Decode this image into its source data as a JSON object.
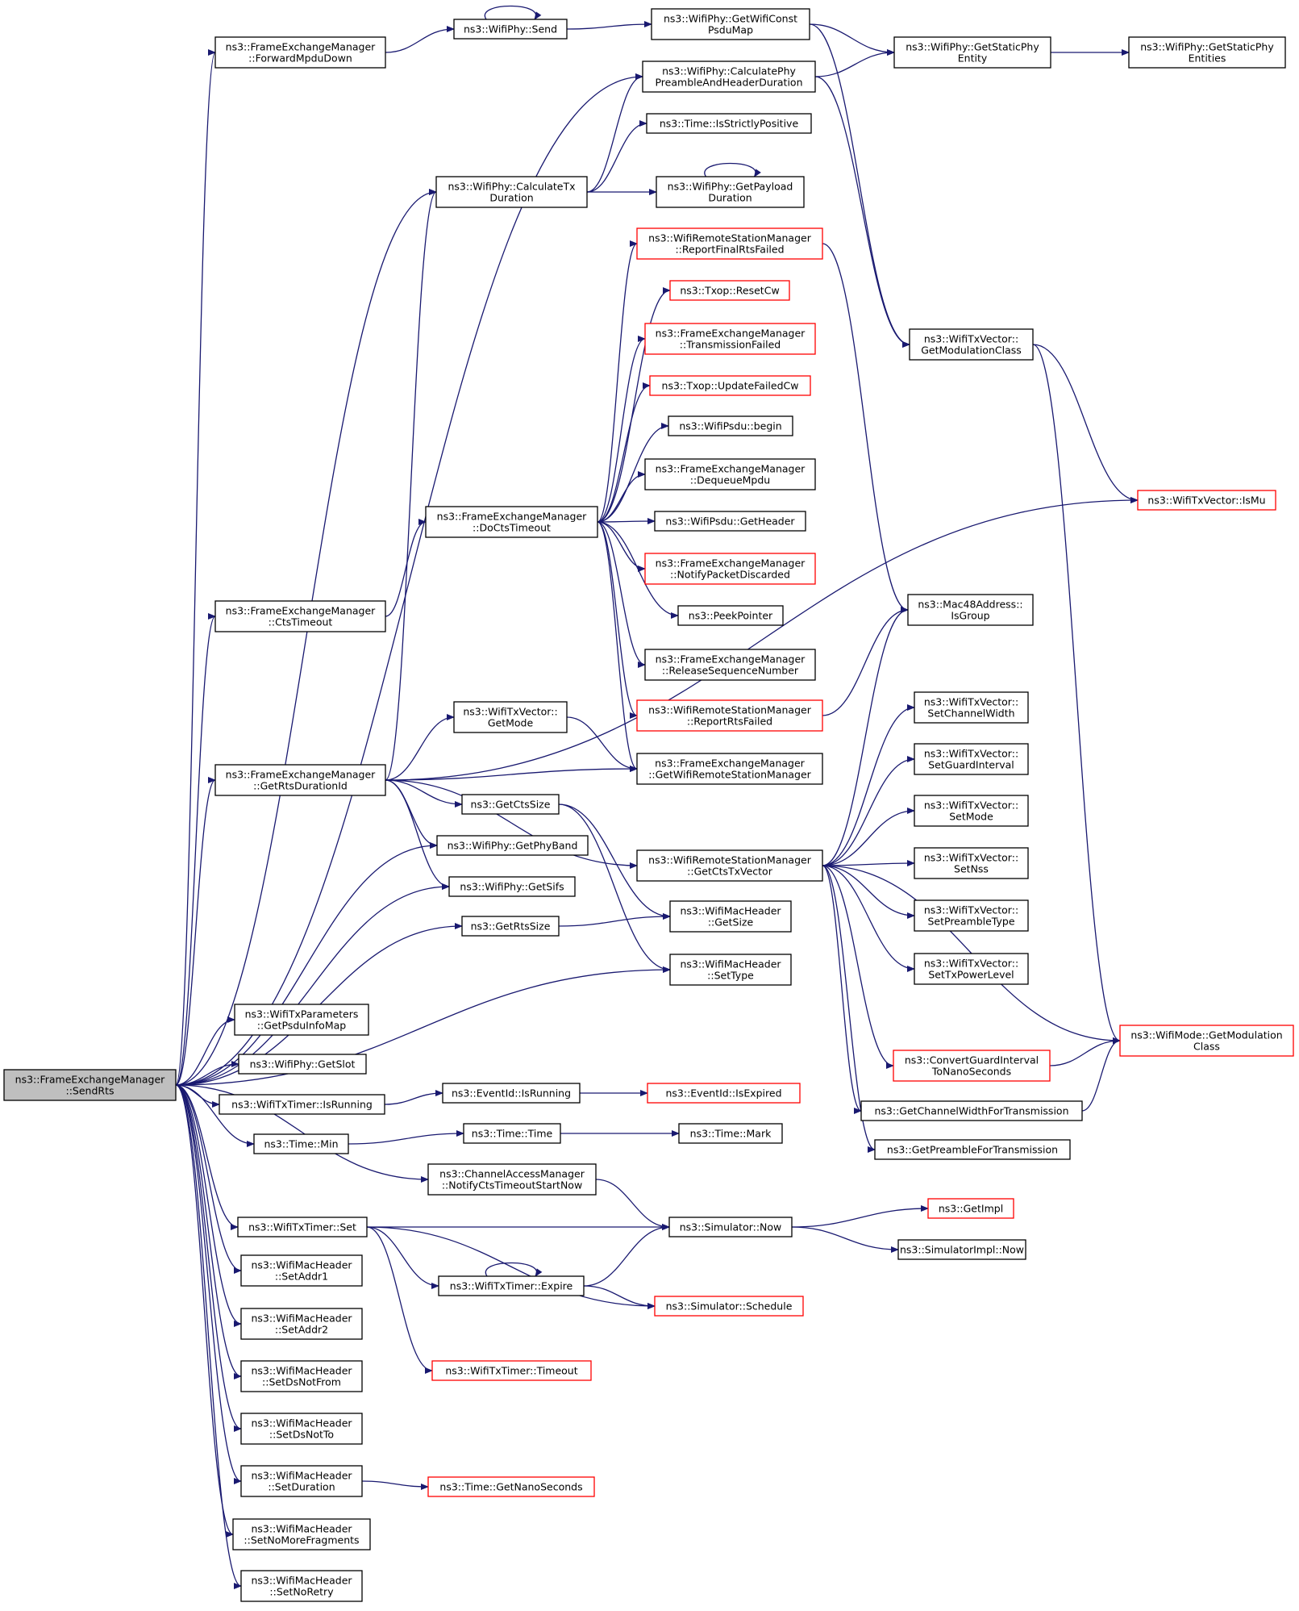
{
  "colors": {
    "edge": "#191970",
    "node_border": "#000000",
    "partial_node_border": "#ff0000",
    "root_fill": "#bfbfbf",
    "background": "#ffffff"
  },
  "nodes": [
    {
      "id": "root",
      "label": [
        "ns3::FrameExchangeManager",
        "::SendRts"
      ],
      "style": "root"
    },
    {
      "id": "fwdMpdu",
      "label": [
        "ns3::FrameExchangeManager",
        "::ForwardMpduDown"
      ]
    },
    {
      "id": "send",
      "label": [
        "ns3::WifiPhy::Send"
      ]
    },
    {
      "id": "getConstPsdu",
      "label": [
        "ns3::WifiPhy::GetWifiConst",
        "PsduMap"
      ]
    },
    {
      "id": "staticPhyEntity",
      "label": [
        "ns3::WifiPhy::GetStaticPhy",
        "Entity"
      ]
    },
    {
      "id": "staticPhyEntities",
      "label": [
        "ns3::WifiPhy::GetStaticPhy",
        "Entities"
      ]
    },
    {
      "id": "calcPreamble",
      "label": [
        "ns3::WifiPhy::CalculatePhy",
        "PreambleAndHeaderDuration"
      ]
    },
    {
      "id": "strictlyPos",
      "label": [
        "ns3::Time::IsStrictlyPositive"
      ]
    },
    {
      "id": "calcTx",
      "label": [
        "ns3::WifiPhy::CalculateTx",
        "Duration"
      ]
    },
    {
      "id": "payloadDur",
      "label": [
        "ns3::WifiPhy::GetPayload",
        "Duration"
      ]
    },
    {
      "id": "reportFinalRts",
      "label": [
        "ns3::WifiRemoteStationManager",
        "::ReportFinalRtsFailed"
      ],
      "style": "partial"
    },
    {
      "id": "resetCw",
      "label": [
        "ns3::Txop::ResetCw"
      ],
      "style": "partial"
    },
    {
      "id": "txFailed",
      "label": [
        "ns3::FrameExchangeManager",
        "::TransmissionFailed"
      ],
      "style": "partial"
    },
    {
      "id": "updateCw",
      "label": [
        "ns3::Txop::UpdateFailedCw"
      ],
      "style": "partial"
    },
    {
      "id": "psduBegin",
      "label": [
        "ns3::WifiPsdu::begin"
      ]
    },
    {
      "id": "dequeue",
      "label": [
        "ns3::FrameExchangeManager",
        "::DequeueMpdu"
      ]
    },
    {
      "id": "doCts",
      "label": [
        "ns3::FrameExchangeManager",
        "::DoCtsTimeout"
      ]
    },
    {
      "id": "psduHeader",
      "label": [
        "ns3::WifiPsdu::GetHeader"
      ]
    },
    {
      "id": "notifyDiscard",
      "label": [
        "ns3::FrameExchangeManager",
        "::NotifyPacketDiscarded"
      ],
      "style": "partial"
    },
    {
      "id": "ctsTimeout",
      "label": [
        "ns3::FrameExchangeManager",
        "::CtsTimeout"
      ]
    },
    {
      "id": "peek",
      "label": [
        "ns3::PeekPointer"
      ]
    },
    {
      "id": "releaseSeq",
      "label": [
        "ns3::FrameExchangeManager",
        "::ReleaseSequenceNumber"
      ]
    },
    {
      "id": "getModClassTx",
      "label": [
        "ns3::WifiTxVector::",
        "GetModulationClass"
      ]
    },
    {
      "id": "isMu",
      "label": [
        "ns3::WifiTxVector::IsMu"
      ],
      "style": "partial"
    },
    {
      "id": "isGroup",
      "label": [
        "ns3::Mac48Address::",
        "IsGroup"
      ]
    },
    {
      "id": "txvGetMode",
      "label": [
        "ns3::WifiTxVector::",
        "GetMode"
      ]
    },
    {
      "id": "reportRts",
      "label": [
        "ns3::WifiRemoteStationManager",
        "::ReportRtsFailed"
      ],
      "style": "partial"
    },
    {
      "id": "getRsm",
      "label": [
        "ns3::FrameExchangeManager",
        "::GetWifiRemoteStationManager"
      ]
    },
    {
      "id": "getRtsDur",
      "label": [
        "ns3::FrameExchangeManager",
        "::GetRtsDurationId"
      ]
    },
    {
      "id": "ctsSize",
      "label": [
        "ns3::GetCtsSize"
      ]
    },
    {
      "id": "phyBand",
      "label": [
        "ns3::WifiPhy::GetPhyBand"
      ]
    },
    {
      "id": "ctsTxVec",
      "label": [
        "ns3::WifiRemoteStationManager",
        "::GetCtsTxVector"
      ]
    },
    {
      "id": "sifs",
      "label": [
        "ns3::WifiPhy::GetSifs"
      ]
    },
    {
      "id": "rtsSize",
      "label": [
        "ns3::GetRtsSize"
      ]
    },
    {
      "id": "macGetSize",
      "label": [
        "ns3::WifiMacHeader",
        "::GetSize"
      ]
    },
    {
      "id": "macSetType",
      "label": [
        "ns3::WifiMacHeader",
        "::SetType"
      ]
    },
    {
      "id": "setChW",
      "label": [
        "ns3::WifiTxVector::",
        "SetChannelWidth"
      ]
    },
    {
      "id": "setGi",
      "label": [
        "ns3::WifiTxVector::",
        "SetGuardInterval"
      ]
    },
    {
      "id": "setMode",
      "label": [
        "ns3::WifiTxVector::",
        "SetMode"
      ]
    },
    {
      "id": "setNss",
      "label": [
        "ns3::WifiTxVector::",
        "SetNss"
      ]
    },
    {
      "id": "setPre",
      "label": [
        "ns3::WifiTxVector::",
        "SetPreambleType"
      ]
    },
    {
      "id": "setPow",
      "label": [
        "ns3::WifiTxVector::",
        "SetTxPowerLevel"
      ]
    },
    {
      "id": "psduInfo",
      "label": [
        "ns3::WifiTxParameters",
        "::GetPsduInfoMap"
      ]
    },
    {
      "id": "getSlot",
      "label": [
        "ns3::WifiPhy::GetSlot"
      ]
    },
    {
      "id": "modeModClass",
      "label": [
        "ns3::WifiMode::GetModulation",
        "Class"
      ],
      "style": "partial"
    },
    {
      "id": "convGi",
      "label": [
        "ns3::ConvertGuardInterval",
        "ToNanoSeconds"
      ],
      "style": "partial"
    },
    {
      "id": "timerIsRunning",
      "label": [
        "ns3::WifiTxTimer::IsRunning"
      ]
    },
    {
      "id": "eventIsRunning",
      "label": [
        "ns3::EventId::IsRunning"
      ]
    },
    {
      "id": "eventIsExpired",
      "label": [
        "ns3::EventId::IsExpired"
      ],
      "style": "partial"
    },
    {
      "id": "chWidth",
      "label": [
        "ns3::GetChannelWidthForTransmission"
      ]
    },
    {
      "id": "timeMin",
      "label": [
        "ns3::Time::Min"
      ]
    },
    {
      "id": "timeTime",
      "label": [
        "ns3::Time::Time"
      ]
    },
    {
      "id": "timeMark",
      "label": [
        "ns3::Time::Mark"
      ]
    },
    {
      "id": "preamble",
      "label": [
        "ns3::GetPreambleForTransmission"
      ]
    },
    {
      "id": "notifyCts",
      "label": [
        "ns3::ChannelAccessManager",
        "::NotifyCtsTimeoutStartNow"
      ]
    },
    {
      "id": "getImpl",
      "label": [
        "ns3::GetImpl"
      ],
      "style": "partial"
    },
    {
      "id": "timerSet",
      "label": [
        "ns3::WifiTxTimer::Set"
      ]
    },
    {
      "id": "simNow",
      "label": [
        "ns3::Simulator::Now"
      ]
    },
    {
      "id": "simImplNow",
      "label": [
        "ns3::SimulatorImpl::Now"
      ]
    },
    {
      "id": "setAddr1",
      "label": [
        "ns3::WifiMacHeader",
        "::SetAddr1"
      ]
    },
    {
      "id": "expire",
      "label": [
        "ns3::WifiTxTimer::Expire"
      ]
    },
    {
      "id": "schedule",
      "label": [
        "ns3::Simulator::Schedule"
      ],
      "style": "partial"
    },
    {
      "id": "setAddr2",
      "label": [
        "ns3::WifiMacHeader",
        "::SetAddr2"
      ]
    },
    {
      "id": "timerTimeout",
      "label": [
        "ns3::WifiTxTimer::Timeout"
      ],
      "style": "partial"
    },
    {
      "id": "setDsNotFrom",
      "label": [
        "ns3::WifiMacHeader",
        "::SetDsNotFrom"
      ]
    },
    {
      "id": "setDsNotTo",
      "label": [
        "ns3::WifiMacHeader",
        "::SetDsNotTo"
      ]
    },
    {
      "id": "setDuration",
      "label": [
        "ns3::WifiMacHeader",
        "::SetDuration"
      ]
    },
    {
      "id": "getNano",
      "label": [
        "ns3::Time::GetNanoSeconds"
      ],
      "style": "partial"
    },
    {
      "id": "setNoMoreFrag",
      "label": [
        "ns3::WifiMacHeader",
        "::SetNoMoreFragments"
      ]
    },
    {
      "id": "setNoRetry",
      "label": [
        "ns3::WifiMacHeader",
        "::SetNoRetry"
      ]
    }
  ],
  "edges": [
    [
      "root",
      "fwdMpdu"
    ],
    [
      "root",
      "calcPreamble"
    ],
    [
      "root",
      "calcTx"
    ],
    [
      "root",
      "ctsTimeout"
    ],
    [
      "root",
      "getRtsDur"
    ],
    [
      "root",
      "phyBand"
    ],
    [
      "root",
      "sifs"
    ],
    [
      "root",
      "rtsSize"
    ],
    [
      "root",
      "macSetType"
    ],
    [
      "root",
      "psduInfo"
    ],
    [
      "root",
      "getSlot"
    ],
    [
      "root",
      "timerIsRunning"
    ],
    [
      "root",
      "timeMin"
    ],
    [
      "root",
      "notifyCts"
    ],
    [
      "root",
      "timerSet"
    ],
    [
      "root",
      "setAddr1"
    ],
    [
      "root",
      "setAddr2"
    ],
    [
      "root",
      "setDsNotFrom"
    ],
    [
      "root",
      "setDsNotTo"
    ],
    [
      "root",
      "setDuration"
    ],
    [
      "root",
      "setNoMoreFrag"
    ],
    [
      "root",
      "setNoRetry"
    ],
    [
      "fwdMpdu",
      "send"
    ],
    [
      "send",
      "send"
    ],
    [
      "send",
      "getConstPsdu"
    ],
    [
      "getConstPsdu",
      "staticPhyEntity"
    ],
    [
      "getConstPsdu",
      "getModClassTx"
    ],
    [
      "staticPhyEntity",
      "staticPhyEntities"
    ],
    [
      "calcPreamble",
      "staticPhyEntity"
    ],
    [
      "calcPreamble",
      "getModClassTx"
    ],
    [
      "calcTx",
      "calcPreamble"
    ],
    [
      "calcTx",
      "strictlyPos"
    ],
    [
      "calcTx",
      "payloadDur"
    ],
    [
      "payloadDur",
      "payloadDur"
    ],
    [
      "doCts",
      "reportFinalRts"
    ],
    [
      "doCts",
      "resetCw"
    ],
    [
      "doCts",
      "txFailed"
    ],
    [
      "doCts",
      "updateCw"
    ],
    [
      "doCts",
      "psduBegin"
    ],
    [
      "doCts",
      "dequeue"
    ],
    [
      "doCts",
      "psduHeader"
    ],
    [
      "doCts",
      "notifyDiscard"
    ],
    [
      "doCts",
      "peek"
    ],
    [
      "doCts",
      "releaseSeq"
    ],
    [
      "doCts",
      "reportRts"
    ],
    [
      "doCts",
      "getRsm"
    ],
    [
      "reportFinalRts",
      "isGroup"
    ],
    [
      "reportRts",
      "isGroup"
    ],
    [
      "ctsTimeout",
      "doCts"
    ],
    [
      "getModClassTx",
      "isMu"
    ],
    [
      "getModClassTx",
      "modeModClass"
    ],
    [
      "getRtsDur",
      "calcTx"
    ],
    [
      "getRtsDur",
      "txvGetMode"
    ],
    [
      "getRtsDur",
      "getRsm"
    ],
    [
      "getRtsDur",
      "ctsSize"
    ],
    [
      "getRtsDur",
      "phyBand"
    ],
    [
      "getRtsDur",
      "ctsTxVec"
    ],
    [
      "getRtsDur",
      "sifs"
    ],
    [
      "getRtsDur",
      "isMu"
    ],
    [
      "txvGetMode",
      "getRsm"
    ],
    [
      "ctsSize",
      "macGetSize"
    ],
    [
      "ctsSize",
      "macSetType"
    ],
    [
      "rtsSize",
      "macGetSize"
    ],
    [
      "ctsTxVec",
      "isGroup"
    ],
    [
      "ctsTxVec",
      "setChW"
    ],
    [
      "ctsTxVec",
      "setGi"
    ],
    [
      "ctsTxVec",
      "setMode"
    ],
    [
      "ctsTxVec",
      "setNss"
    ],
    [
      "ctsTxVec",
      "setPre"
    ],
    [
      "ctsTxVec",
      "setPow"
    ],
    [
      "ctsTxVec",
      "modeModClass"
    ],
    [
      "ctsTxVec",
      "convGi"
    ],
    [
      "ctsTxVec",
      "chWidth"
    ],
    [
      "ctsTxVec",
      "preamble"
    ],
    [
      "convGi",
      "modeModClass"
    ],
    [
      "chWidth",
      "modeModClass"
    ],
    [
      "timerIsRunning",
      "eventIsRunning"
    ],
    [
      "eventIsRunning",
      "eventIsExpired"
    ],
    [
      "timeMin",
      "timeTime"
    ],
    [
      "timeTime",
      "timeMark"
    ],
    [
      "notifyCts",
      "simNow"
    ],
    [
      "timerSet",
      "simNow"
    ],
    [
      "timerSet",
      "expire"
    ],
    [
      "timerSet",
      "schedule"
    ],
    [
      "timerSet",
      "timerTimeout"
    ],
    [
      "simNow",
      "getImpl"
    ],
    [
      "simNow",
      "simImplNow"
    ],
    [
      "expire",
      "expire"
    ],
    [
      "expire",
      "simNow"
    ],
    [
      "expire",
      "schedule"
    ],
    [
      "setDuration",
      "getNano"
    ]
  ]
}
